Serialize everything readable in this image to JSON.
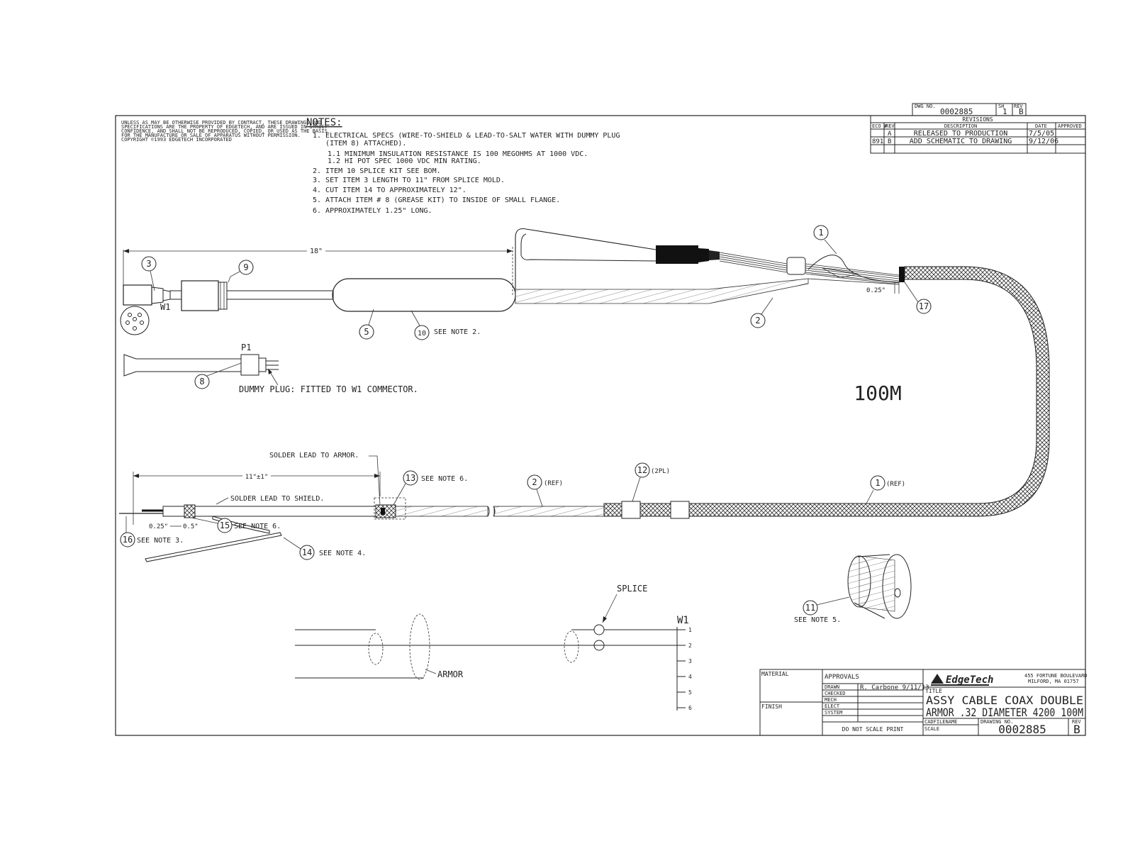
{
  "header": {
    "dwg_no_label": "DWG NO.",
    "dwg_no": "0002885",
    "sh_label": "SH",
    "sh": "1",
    "rev_label": "REV",
    "rev": "B"
  },
  "revisions": {
    "title": "REVISIONS",
    "columns": [
      "ECO #",
      "REV",
      "DESCRIPTION",
      "DATE",
      "APPROVED"
    ],
    "rows": [
      [
        "",
        "A",
        "RELEASED TO PRODUCTION",
        "7/5/05",
        ""
      ],
      [
        "891",
        "B",
        "ADD SCHEMATIC TO DRAWING",
        "9/12/06",
        ""
      ]
    ]
  },
  "proprietary": [
    "UNLESS AS MAY BE OTHERWISE PROVIDED BY CONTRACT, THESE DRAWINGS AND",
    "SPECIFICATIONS ARE THE PROPERTY OF EDGETECH, AND ARE ISSUED IN STRICT",
    "CONFIDENCE, AND SHALL NOT BE REPRODUCED, COPIED, OR USED AS THE BASIS",
    "FOR THE MANUFACTURE OR SALE OF APPARATUS WITHOUT PERMISSION.",
    "COPYRIGHT ©1993 EDGETECH INCORPORATED"
  ],
  "notes": {
    "title": "NOTES:",
    "lines": [
      "1. ELECTRICAL SPECS (WIRE-TO-SHIELD & LEAD-TO-SALT WATER WITH DUMMY PLUG",
      "   (ITEM 8) ATTACHED).",
      "1.1 MINIMUM INSULATION RESISTANCE IS 100 MEGOHMS AT 1000 VDC.",
      "1.2 HI POT SPEC 1000 VDC MIN RATING.",
      "2. ITEM 10 SPLICE KIT SEE BOM.",
      "3. SET ITEM 3 LENGTH TO 11\" FROM SPLICE MOLD.",
      "4. CUT ITEM 14 TO APPROXIMATELY 12\".",
      "5. ATTACH ITEM # 8 (GREASE KIT) TO INSIDE OF SMALL FLANGE.",
      "6. APPROXIMATELY 1.25\" LONG."
    ]
  },
  "callouts": {
    "dim_18": "18\"",
    "item3": "3",
    "item9": "9",
    "w1": "W1",
    "item5": "5",
    "item10": "10",
    "see_note2": "SEE NOTE 2.",
    "item1": "1",
    "item2": "2",
    "item17": "17",
    "dim_025": "0.25\"",
    "p1": "P1",
    "item8": "8",
    "dummy_plug": "DUMMY PLUG: FITTED TO W1 COMMECTOR.",
    "length_100m": "100M",
    "solder_armor": "SOLDER LEAD TO ARMOR.",
    "dim_11": "11\"±1\"",
    "solder_shield": "SOLDER LEAD TO SHIELD.",
    "item13": "13",
    "see_note6a": "SEE NOTE 6.",
    "item2ref": "2",
    "ref_a": "(REF)",
    "item12": "12",
    "two_pl": "(2PL)",
    "item1ref": "1",
    "ref_b": "(REF)",
    "dim_025b": "0.25\"",
    "dim_05": "0.5\"",
    "item15": "15",
    "see_note6b": "SEE NOTE 6.",
    "item16": "16",
    "see_note3": "SEE NOTE 3.",
    "item14": "14",
    "see_note4": "SEE NOTE 4.",
    "item11": "11",
    "see_note5": "SEE NOTE 5.",
    "splice": "SPLICE",
    "armor": "ARMOR",
    "w1b": "W1",
    "pins": [
      "1",
      "2",
      "3",
      "4",
      "5",
      "6"
    ]
  },
  "title_block": {
    "material_label": "MATERIAL",
    "finish_label": "FINISH",
    "approvals_label": "APPROVALS",
    "approval_rows": [
      [
        "DRAWN",
        "R. Carbone 9/11/13"
      ],
      [
        "CHECKED",
        ""
      ],
      [
        "MECH",
        ""
      ],
      [
        "ELECT",
        ""
      ],
      [
        "SYSTEM",
        ""
      ]
    ],
    "do_not_scale": "DO NOT SCALE PRINT",
    "company": "EdgeTech",
    "address_1": "455 FORTUNE BOULEVARD",
    "address_2": "MILFORD, MA 01757",
    "title_label": "TITLE",
    "title_line1": "ASSY CABLE COAX DOUBLE",
    "title_line2": "ARMOR .32 DIAMETER 4200 100M",
    "cadfile_label": "CADFILENAME",
    "drawing_no_label": "DRAWING NO.",
    "rev_label": "REV",
    "scale_label": "SCALE",
    "drawing_no": "0002885",
    "rev": "B"
  }
}
